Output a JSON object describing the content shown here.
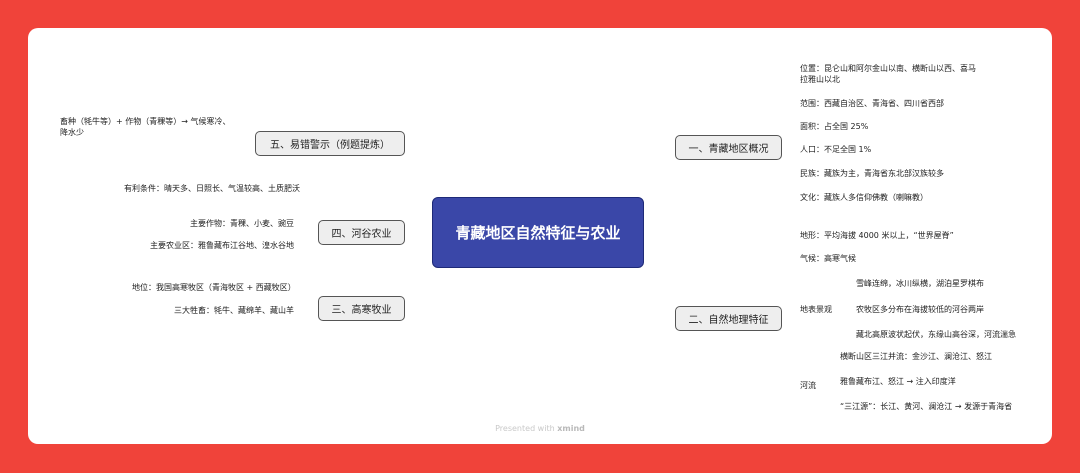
{
  "central": "青藏地区自然特征与农业",
  "branches": {
    "b1": {
      "label": "一、青藏地区概况",
      "items": [
        "位置：昆仑山和阿尔金山以南、横断山以西、喜马拉雅山以北",
        "范围：西藏自治区、青海省、四川省西部",
        "面积：占全国 25%",
        "人口：不足全国 1%",
        "民族：藏族为主，青海省东北部汉族较多",
        "文化：藏族人多信仰佛教（喇嘛教）"
      ]
    },
    "b2": {
      "label": "二、自然地理特征",
      "items": [
        "地形：平均海拔 4000 米以上，“世界屋脊”",
        "气候：高寒气候"
      ],
      "landform": {
        "label": "地表景观",
        "items": [
          "雪峰连绵，冰川纵横，湖泊星罗棋布",
          "农牧区多分布在海拔较低的河谷两岸",
          "藏北高原波状起伏，东缘山高谷深，河流湍急"
        ]
      },
      "rivers": {
        "label": "河流",
        "items": [
          "横断山区三江并流：金沙江、澜沧江、怒江",
          "雅鲁藏布江、怒江 → 注入印度洋",
          "“三江源”：长江、黄河、澜沧江 → 发源于青海省"
        ]
      }
    },
    "b3": {
      "label": "三、高寒牧业",
      "items": [
        "地位：我国高寒牧区（青海牧区 + 西藏牧区）",
        "三大牲畜：牦牛、藏绵羊、藏山羊"
      ]
    },
    "b4": {
      "label": "四、河谷农业",
      "items": [
        "有利条件：晴天多、日照长、气温较高、土质肥沃",
        "主要作物：青稞、小麦、豌豆",
        "主要农业区：雅鲁藏布江谷地、湟水谷地"
      ]
    },
    "b5": {
      "label": "五、易错警示（例题提炼）",
      "items": [
        "畜种（牦牛等）+ 作物（青稞等）→ 气候寒冷、降水少"
      ]
    }
  },
  "footer": {
    "prefix": "Presented with",
    "brand": "xmind"
  },
  "colors": {
    "background": "#f0433a",
    "central": "#3a47a8",
    "branch": "#eeeeee",
    "line": "#444444"
  }
}
